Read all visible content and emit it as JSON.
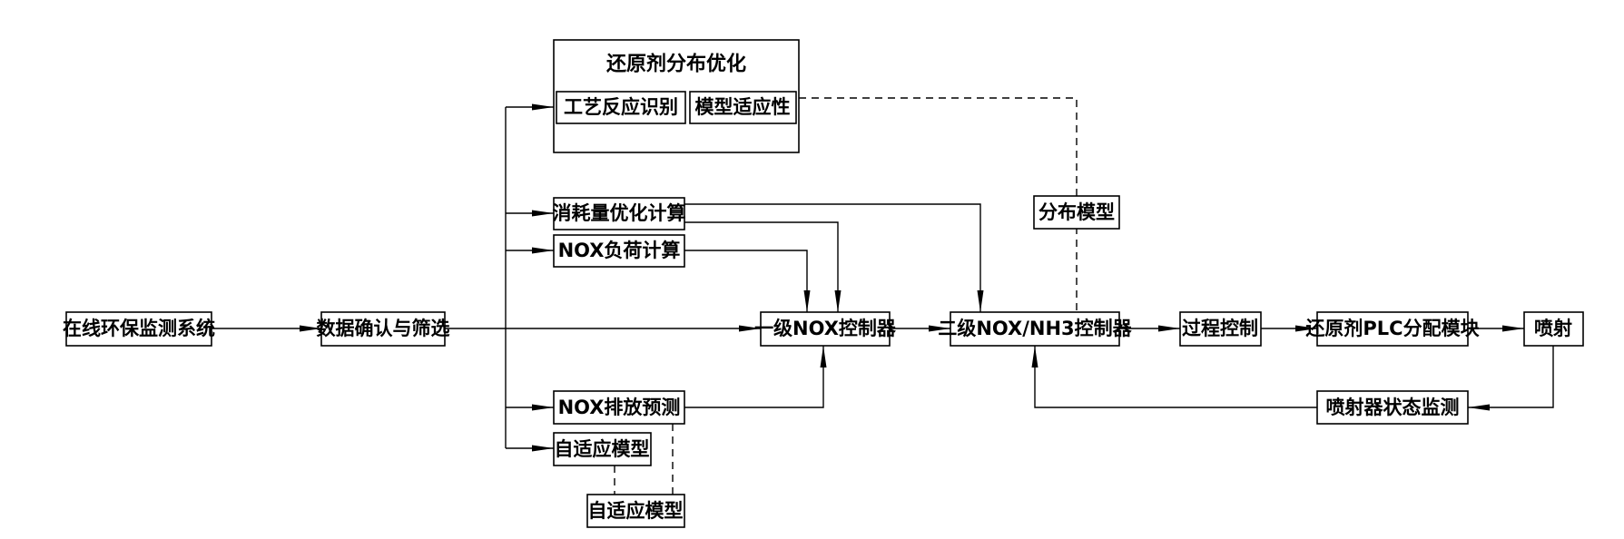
{
  "nodes": {
    "online_monitor": "在线环保监测系统",
    "data_confirm": "数据确认与筛选",
    "reductant_opt": "还原剂分布优化",
    "process_identify": "工艺反应识别",
    "model_adapt": "模型适应性",
    "consumption_calc": "消耗量优化计算",
    "nox_load_calc": "NOX负荷计算",
    "nox_emission_pred": "NOX排放预测",
    "adaptive_model_1": "自适应模型",
    "adaptive_model_2": "自适应模型",
    "first_controller": "一级NOX控制器",
    "distribution_model": "分布模型",
    "second_controller": "二级NOX/NH3控制器",
    "process_control": "过程控制",
    "plc_module": "还原剂PLC分配模块",
    "injection": "喷射",
    "injector_monitor": "喷射器状态监测"
  }
}
